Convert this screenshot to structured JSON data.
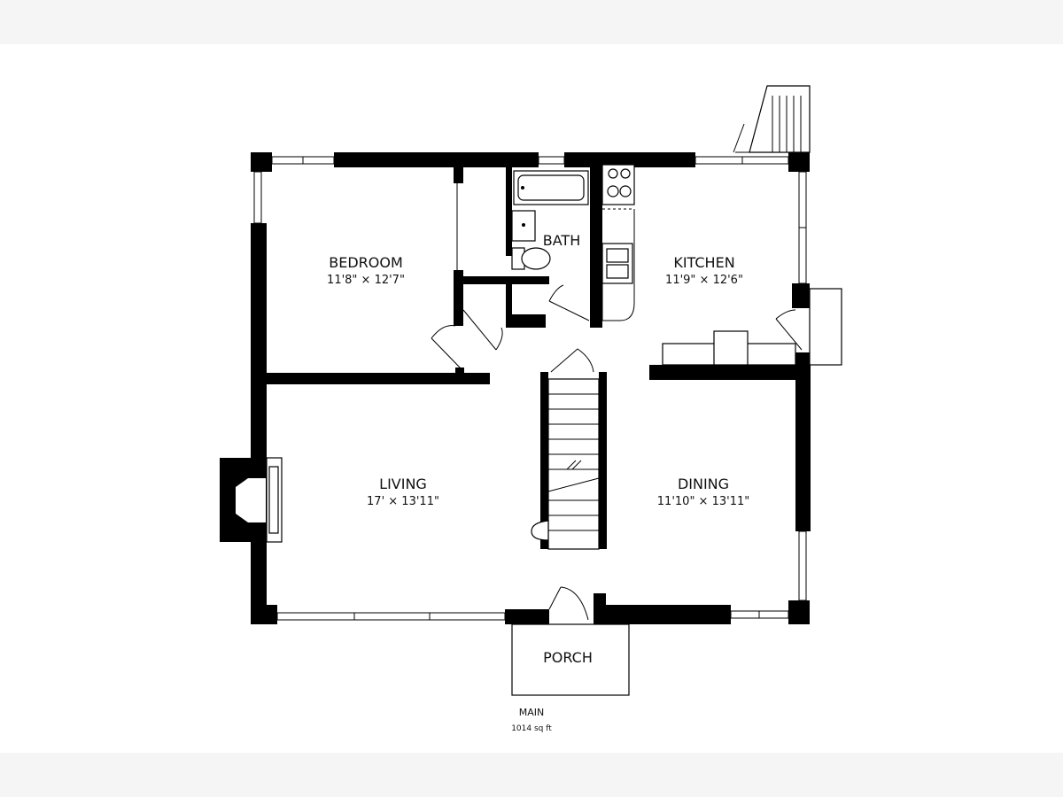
{
  "plan": {
    "rooms": [
      {
        "id": "bedroom",
        "name": "BEDROOM",
        "dims": "11'8\" × 12'7\""
      },
      {
        "id": "bath",
        "name": "BATH",
        "dims": ""
      },
      {
        "id": "kitchen",
        "name": "KITCHEN",
        "dims": "11'9\" × 12'6\""
      },
      {
        "id": "living",
        "name": "LIVING",
        "dims": "17' × 13'11\""
      },
      {
        "id": "dining",
        "name": "DINING",
        "dims": "11'10\" × 13'11\""
      },
      {
        "id": "porch",
        "name": "PORCH",
        "dims": ""
      }
    ],
    "floor_label": "MAIN",
    "floor_area": "1014 sq ft"
  },
  "colors": {
    "wall": "#000000",
    "background": "#ffffff",
    "margin": "#f5f5f5"
  }
}
